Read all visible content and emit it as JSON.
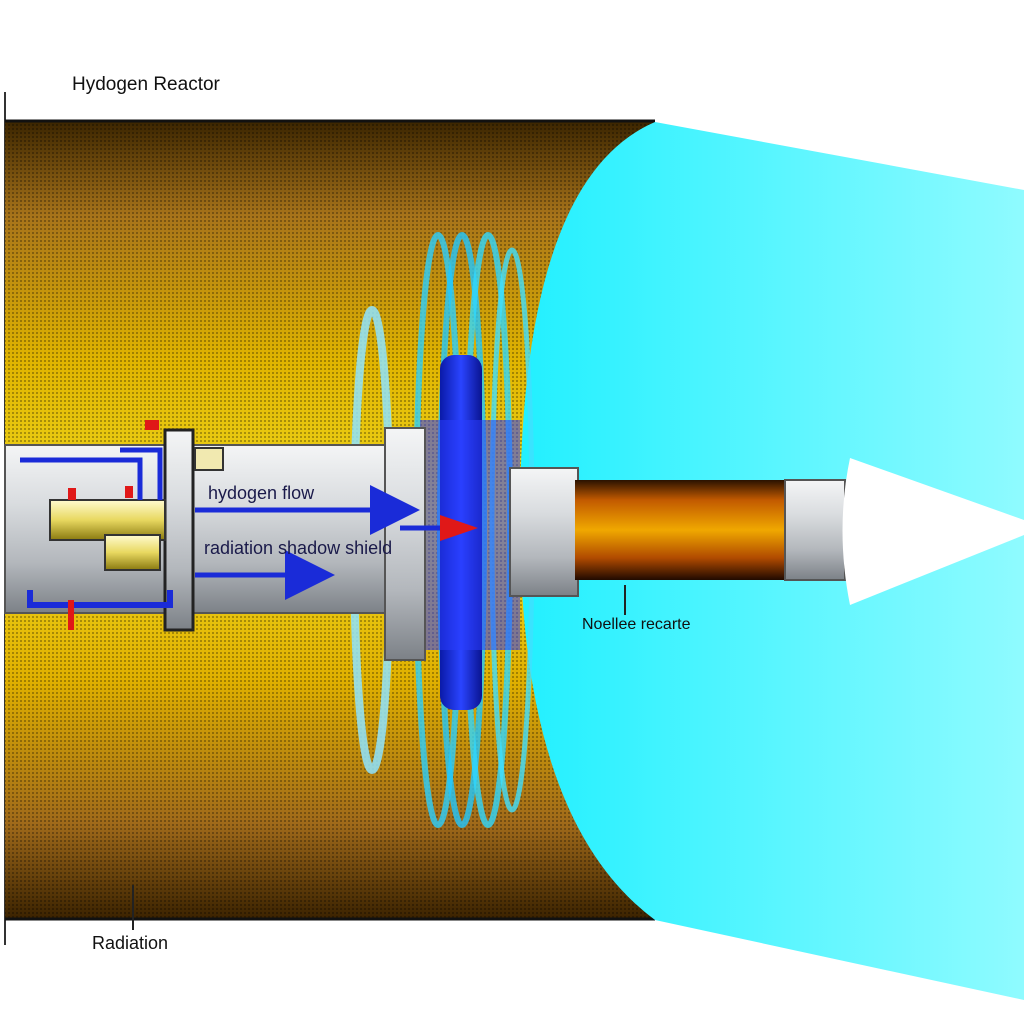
{
  "labels": {
    "title": "Hydogen Reactor",
    "flow": "hydogen flow",
    "shield": "radiation shadow shield",
    "nozzle": "Noellee recarte",
    "radiation": "Radiation"
  },
  "colors": {
    "core_gold": "#d9a400",
    "core_dark": "#5a3200",
    "plume_cyan": "#33f2ff",
    "shield_blue": "#1d2fd6",
    "flow_arrow": "#1a2bd8",
    "tip_red": "#e01818",
    "pipe_grey": "#cfd2d6",
    "nozzle_amber": "#c96a00"
  }
}
